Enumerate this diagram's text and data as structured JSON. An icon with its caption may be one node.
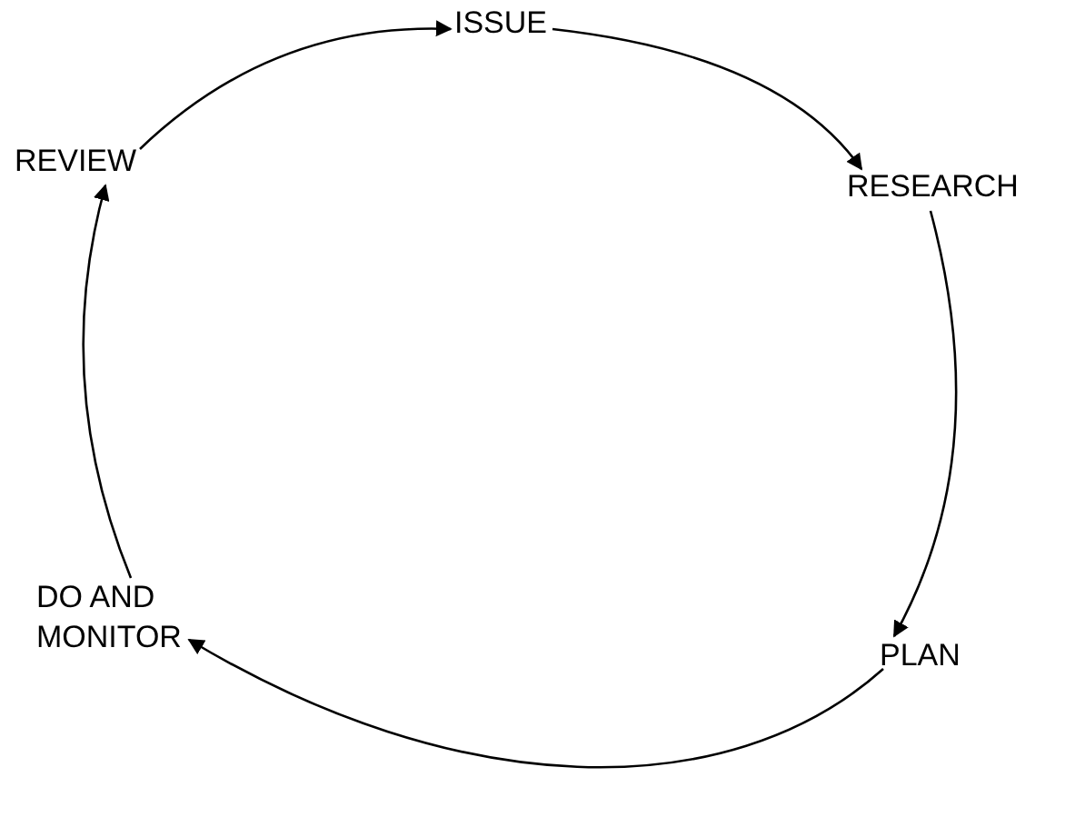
{
  "diagram": {
    "nodes": [
      {
        "text": [
          "ISSUE"
        ]
      },
      {
        "text": [
          "RESEARCH"
        ]
      },
      {
        "text": [
          "PLAN"
        ]
      },
      {
        "text": [
          "DO AND MONITOR"
        ]
      },
      {
        "text": [
          "REVIEW"
        ]
      }
    ],
    "edges": [
      {
        "from": 0,
        "to": 1,
        "arrow": "to"
      },
      {
        "from": 1,
        "to": 2,
        "arrow": "to"
      },
      {
        "from": 2,
        "to": 3,
        "arrow": "to"
      },
      {
        "from": 3,
        "to": 4,
        "arrow": "to"
      },
      {
        "from": 4,
        "to": 0,
        "arrow": "to"
      }
    ]
  }
}
